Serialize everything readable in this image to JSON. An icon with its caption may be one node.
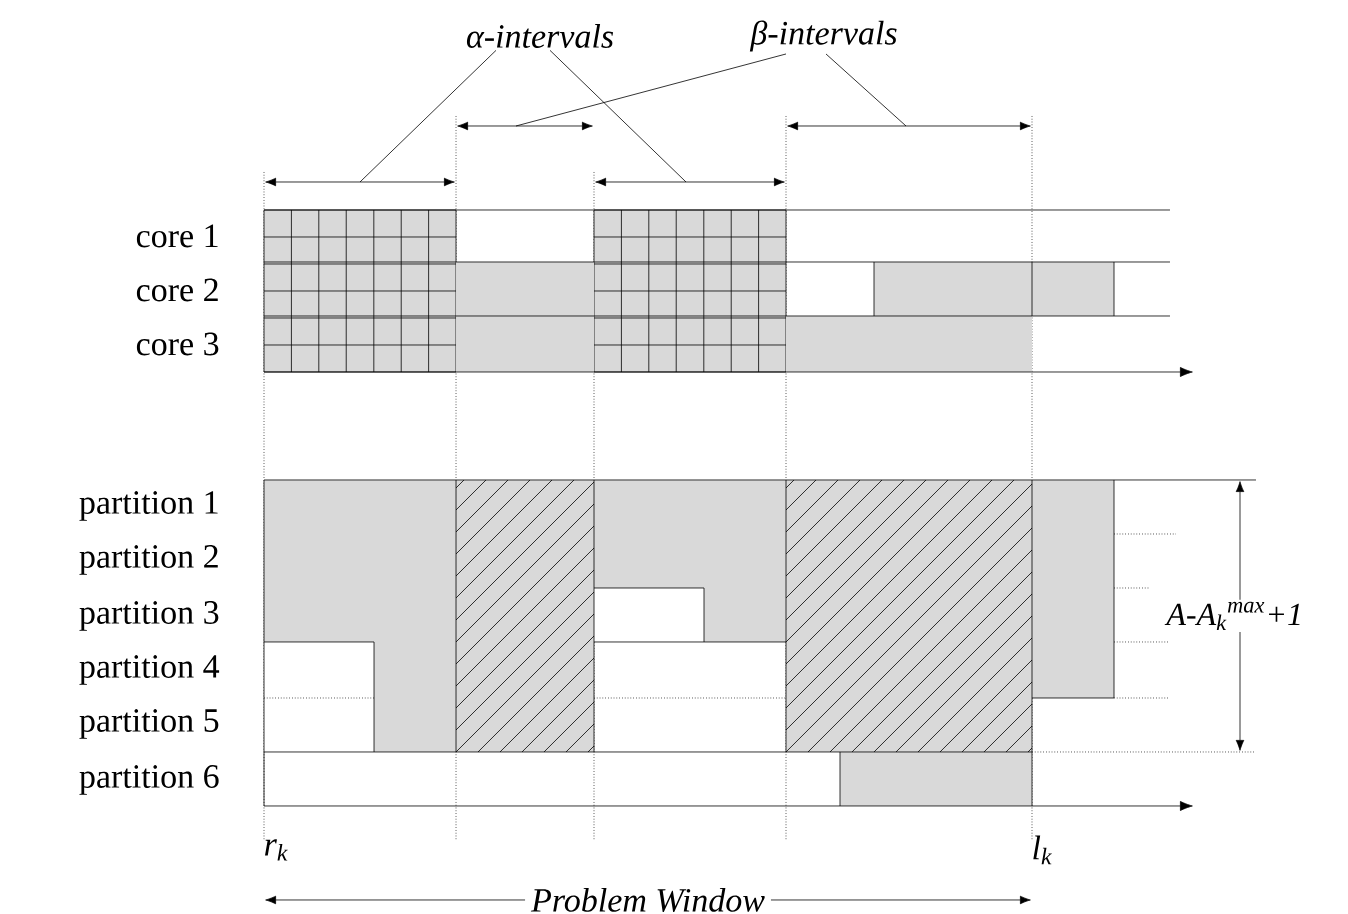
{
  "diagram": {
    "nodes": [
      {
        "text": [
          "α-intervals"
        ]
      },
      {
        "text": [
          "β-intervals"
        ]
      }
    ],
    "edges": [
      {
        "from": 0,
        "to": null,
        "arrow": "none"
      },
      {
        "from": 0,
        "to": null,
        "arrow": "none"
      },
      {
        "from": 1,
        "to": null,
        "arrow": "none"
      },
      {
        "from": 1,
        "to": null,
        "arrow": "none"
      }
    ],
    "labels": [
      "core 1",
      "core 2",
      "core 3",
      "partition 1",
      "partition 2",
      "partition 3",
      "partition 4",
      "partition 5",
      "partition 6",
      "A-A$_{k}$$^{max}$+1",
      "r$_{k}$",
      "l$_{k}$",
      "Problem Window"
    ]
  }
}
